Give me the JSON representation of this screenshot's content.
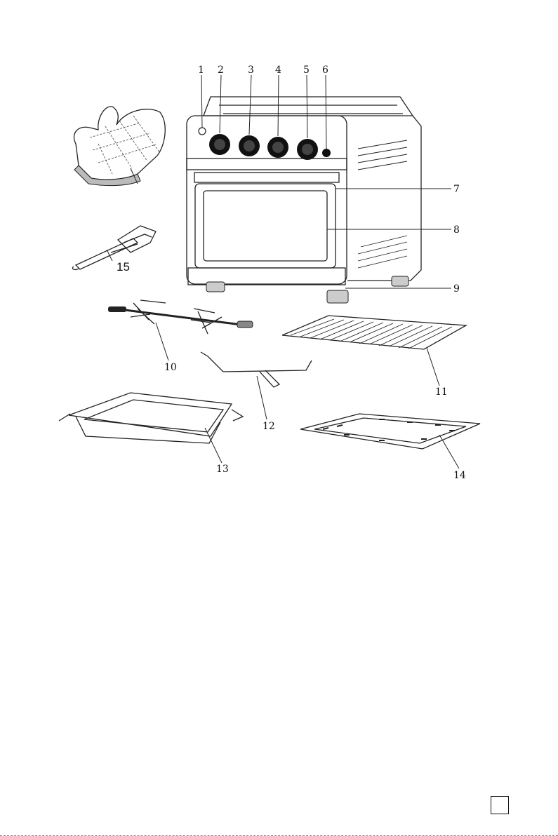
{
  "diagram": {
    "callouts": [
      "1",
      "2",
      "3",
      "4",
      "5",
      "6",
      "7",
      "8",
      "9",
      "10",
      "11",
      "12",
      "13",
      "14",
      "15"
    ]
  },
  "page": {
    "page_number": ""
  }
}
